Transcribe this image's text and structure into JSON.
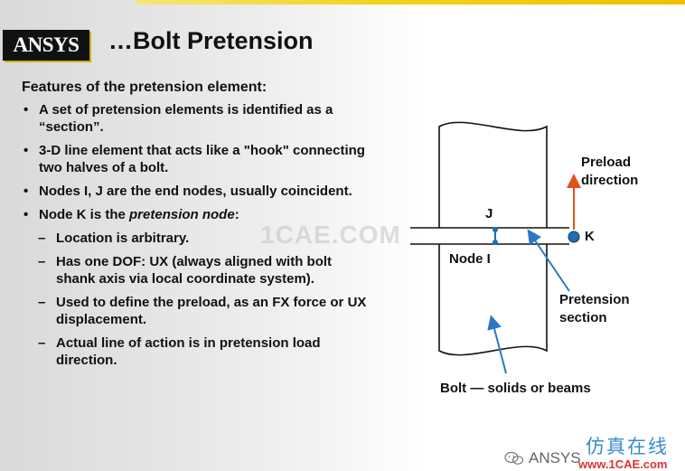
{
  "slide": {
    "logo": "ANSYS",
    "title": "…Bolt Pretension",
    "heading": "Features of the pretension element:",
    "bullets": [
      {
        "line1": "A set of pretension elements is identified as a",
        "line2": "“section”."
      },
      {
        "line1": "3-D line element that acts like a \"hook\" connecting",
        "line2": "two halves of a bolt."
      },
      {
        "line1": "Nodes I, J are the end nodes, usually coincident."
      },
      {
        "prefix": "Node K is the ",
        "emph": "pretension node",
        "suffix": ":"
      }
    ],
    "subbullets": [
      {
        "line1": "Location is arbitrary."
      },
      {
        "line1": "Has one DOF:  UX (always aligned with bolt",
        "line2": "shank axis via local coordinate system)."
      },
      {
        "line1": "Used to define the preload, as an FX force or UX",
        "line2": "displacement."
      },
      {
        "line1": "Actual line of action is in pretension load",
        "line2": "direction."
      }
    ]
  },
  "diagram": {
    "label_j": "J",
    "label_k": "K",
    "label_node_i": "Node I",
    "preload_line1": "Preload",
    "preload_line2": "direction",
    "section_line1": "Pretension",
    "section_line2": "section",
    "bolt_caption": "Bolt — solids or beams",
    "colors": {
      "node": "#1f6fb0",
      "arrow_blue": "#2b78c0",
      "arrow_orange": "#e0531c"
    }
  },
  "footer": {
    "watermark": "1CAE.COM",
    "brand": "ANSYS",
    "cn_title": "仿真在线",
    "site": "www.1CAE.com"
  }
}
